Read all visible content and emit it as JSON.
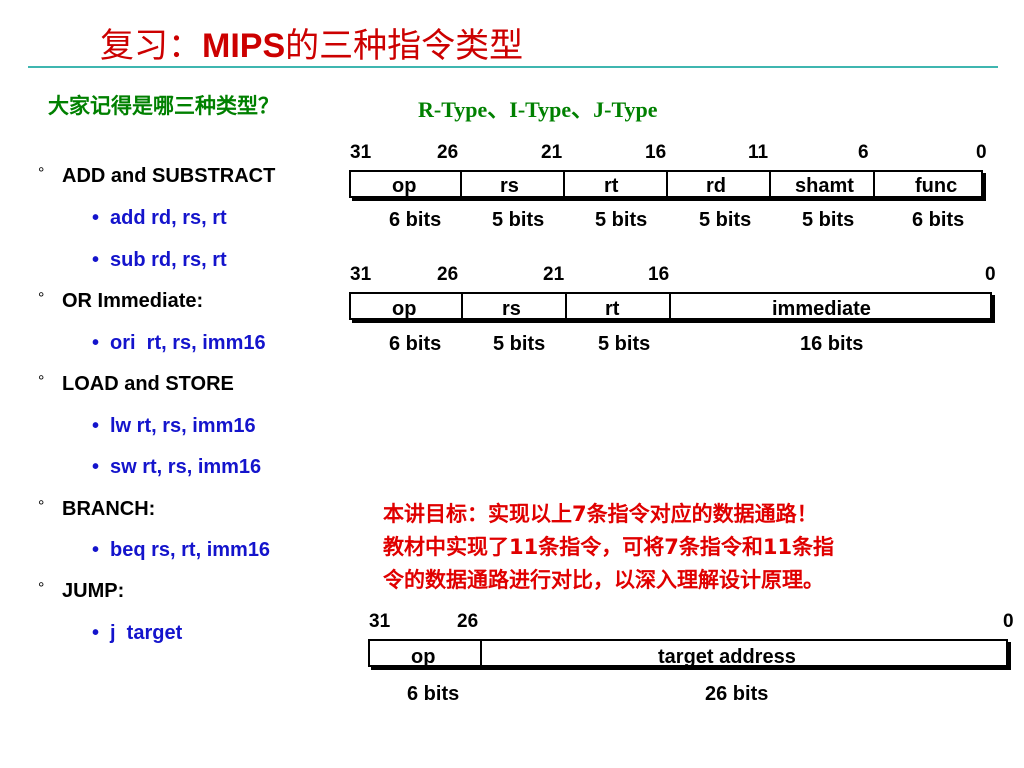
{
  "slide": {
    "title_prefix": "复习：",
    "title_latin": "MIPS",
    "title_suffix": "的三种指令类型",
    "question": "大家记得是哪三种类型？",
    "types": "R-Type、I-Type、J-Type"
  },
  "instructions": [
    {
      "level": 1,
      "marker": "°",
      "text": "ADD and SUBSTRACT"
    },
    {
      "level": 2,
      "marker": "•",
      "text": "add rd, rs, rt"
    },
    {
      "level": 2,
      "marker": "•",
      "text": "sub rd, rs, rt"
    },
    {
      "level": 1,
      "marker": "°",
      "text": "OR Immediate:"
    },
    {
      "level": 2,
      "marker": "•",
      "text": "ori  rt, rs, imm16"
    },
    {
      "level": 1,
      "marker": "°",
      "text": "LOAD and STORE"
    },
    {
      "level": 2,
      "marker": "•",
      "text": "lw rt, rs, imm16"
    },
    {
      "level": 2,
      "marker": "•",
      "text": "sw rt, rs, imm16"
    },
    {
      "level": 1,
      "marker": "°",
      "text": "BRANCH:"
    },
    {
      "level": 2,
      "marker": "•",
      "text": "beq rs, rt, imm16"
    },
    {
      "level": 1,
      "marker": "°",
      "text": "JUMP:"
    },
    {
      "level": 2,
      "marker": "•",
      "text": "j  target"
    }
  ],
  "formats": {
    "r_type": {
      "bit_positions": [
        "31",
        "26",
        "21",
        "16",
        "11",
        "6",
        "0"
      ],
      "fields": [
        "op",
        "rs",
        "rt",
        "rd",
        "shamt",
        "func"
      ],
      "widths": [
        "6 bits",
        "5 bits",
        "5 bits",
        "5 bits",
        "5 bits",
        "6 bits"
      ]
    },
    "i_type": {
      "bit_positions": [
        "31",
        "26",
        "21",
        "16",
        "0"
      ],
      "fields": [
        "op",
        "rs",
        "rt",
        "immediate"
      ],
      "widths": [
        "6 bits",
        "5 bits",
        "5 bits",
        "16 bits"
      ]
    },
    "j_type": {
      "bit_positions": [
        "31",
        "26",
        "0"
      ],
      "fields": [
        "op",
        "target address"
      ],
      "widths": [
        "6 bits",
        "26 bits"
      ]
    }
  },
  "note": {
    "lines": [
      "本讲目标：实现以上7条指令对应的数据通路！",
      "教材中实现了11条指令，可将7条指令和11条指",
      "令的数据通路进行对比，以深入理解设计原理。"
    ]
  },
  "colors": {
    "title": "#cc0000",
    "rule": "#3fb6b0",
    "question": "#008000",
    "instruction_blue": "#1414cc",
    "note_red": "#e00000"
  }
}
